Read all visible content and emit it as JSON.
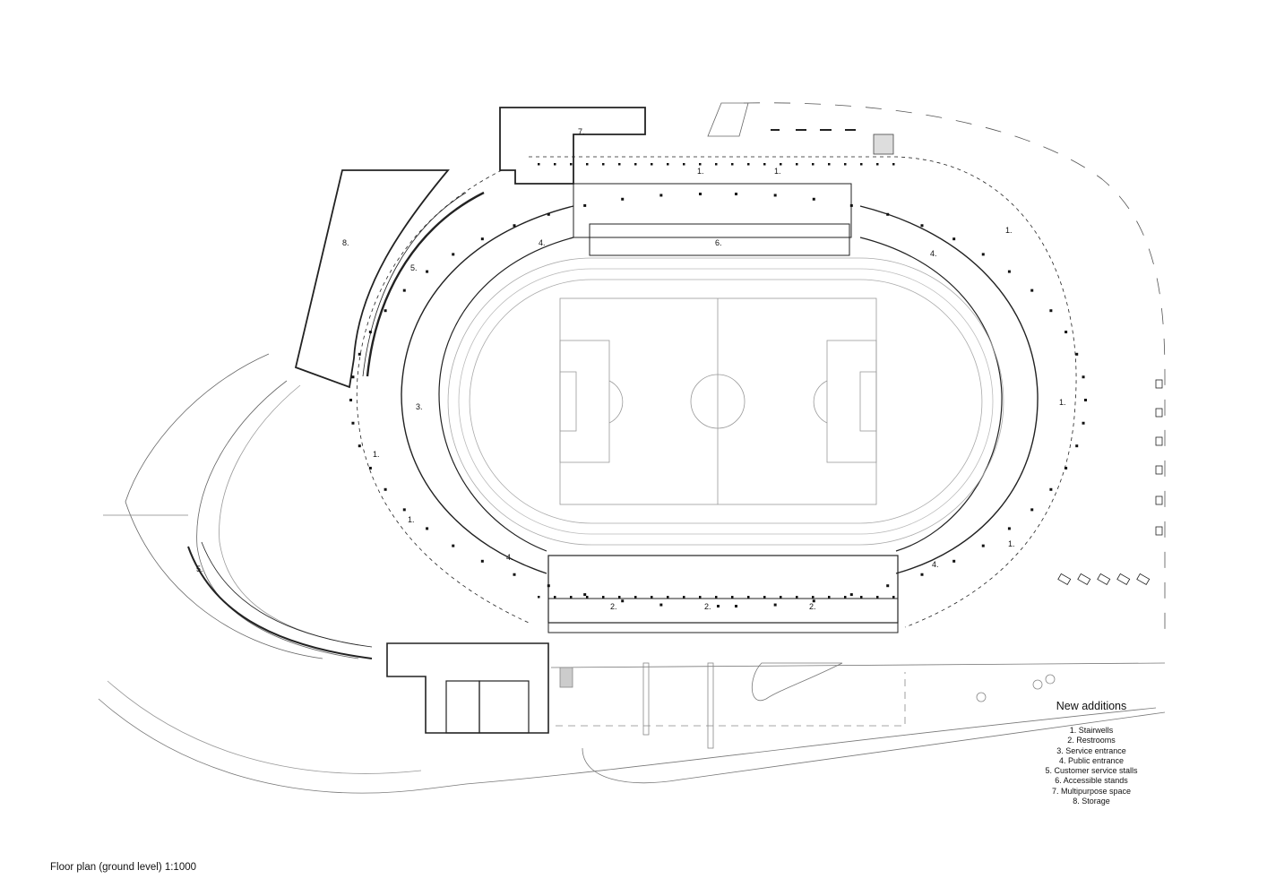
{
  "caption": "Floor plan (ground level) 1:1000",
  "legend": {
    "title": "New additions",
    "items": [
      "1. Stairwells",
      "2. Restrooms",
      "3. Service entrance",
      "4. Public entrance",
      "5.  Customer service stalls",
      "6.  Accessible stands",
      "7. Multipurpose space",
      "8. Storage"
    ]
  },
  "plan_labels": {
    "stairwell": "1.",
    "restroom": "2.",
    "service_entrance": "3.",
    "public_entrance": "4.",
    "service_stalls": "5.",
    "accessible_stands": "6.",
    "multipurpose": "7.",
    "storage": "8."
  }
}
